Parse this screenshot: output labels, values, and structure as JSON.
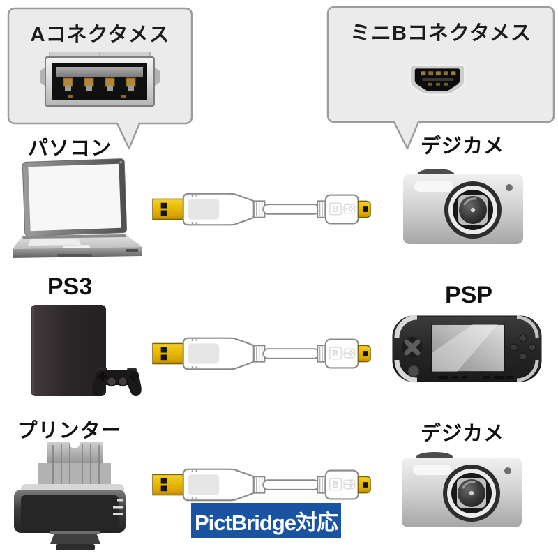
{
  "callouts": {
    "left": {
      "title": "Aコネクタメス",
      "port_image": "usb-a-female-port"
    },
    "right": {
      "title": "ミニBコネクタメス",
      "port_image": "usb-mini-b-female-port"
    }
  },
  "rows": [
    {
      "left": {
        "label": "パソコン",
        "image": "laptop"
      },
      "right": {
        "label": "デジカメ",
        "image": "digital-camera"
      }
    },
    {
      "left": {
        "label": "PS3",
        "image": "ps3-console-with-controller"
      },
      "right": {
        "label": "PSP",
        "image": "psp-handheld"
      }
    },
    {
      "left": {
        "label": "プリンター",
        "image": "inkjet-printer"
      },
      "right": {
        "label": "デジカメ",
        "image": "digital-camera"
      }
    }
  ],
  "cable": {
    "type": "usb-a-to-mini-b-cable",
    "emboss_letter": "B",
    "emboss_icon": "usb-trident-icon"
  },
  "badge": {
    "label": "PictBridge対応",
    "bg_color": "#1a53a2",
    "text_color": "#ffffff"
  },
  "colors": {
    "background": "#ffffff",
    "callout_fill": "#ebebeb",
    "callout_border": "#9c9c9c",
    "connector_gold": "#edbe00",
    "cable_outline": "#8a8a8a",
    "label_text": "#111111",
    "badge_blue": "#1a53a2"
  }
}
